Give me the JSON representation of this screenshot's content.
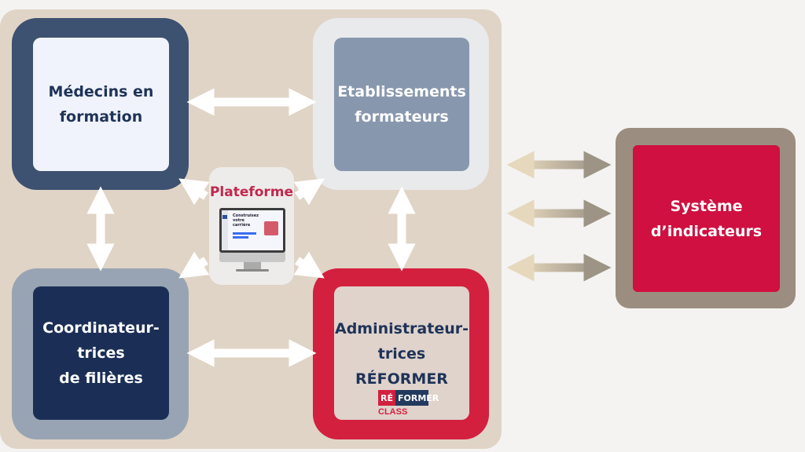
{
  "nodes": {
    "medecins": "Médecins en formation",
    "etablissements": "Etablissements formateurs",
    "coordinateurs": [
      "Coordinateur-",
      "trices",
      "de filières"
    ],
    "administrateurs": [
      "Administrateur-",
      "trices",
      "RÉFORMER"
    ],
    "systeme": "Système d’indicateurs"
  },
  "platform": {
    "title": "Plateforme",
    "screen_heading": "Construisez votre carrière"
  },
  "logo": {
    "re": "RÉ",
    "former": "FORMER",
    "class": "CLASS"
  },
  "colors": {
    "panel": "#e0d4c6",
    "navy": "#1b2f56",
    "red": "#cf1040",
    "slate": "#8797ae"
  }
}
